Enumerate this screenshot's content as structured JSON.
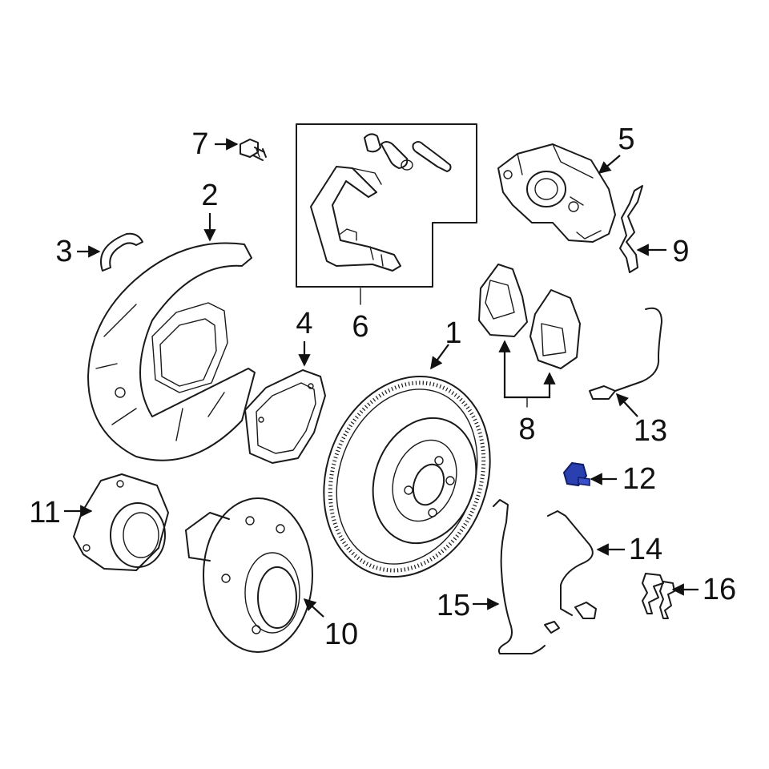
{
  "diagram": {
    "callouts": [
      {
        "id": "c1",
        "label": "1"
      },
      {
        "id": "c2",
        "label": "2"
      },
      {
        "id": "c3",
        "label": "3"
      },
      {
        "id": "c4",
        "label": "4"
      },
      {
        "id": "c5",
        "label": "5"
      },
      {
        "id": "c6",
        "label": "6"
      },
      {
        "id": "c7",
        "label": "7"
      },
      {
        "id": "c8",
        "label": "8"
      },
      {
        "id": "c9",
        "label": "9"
      },
      {
        "id": "c10",
        "label": "10"
      },
      {
        "id": "c11",
        "label": "11"
      },
      {
        "id": "c12",
        "label": "12"
      },
      {
        "id": "c13",
        "label": "13"
      },
      {
        "id": "c14",
        "label": "14"
      },
      {
        "id": "c15",
        "label": "15"
      },
      {
        "id": "c16",
        "label": "16"
      }
    ],
    "highlight_color": "#2a3fb0",
    "line_color": "#1a1a1a"
  }
}
